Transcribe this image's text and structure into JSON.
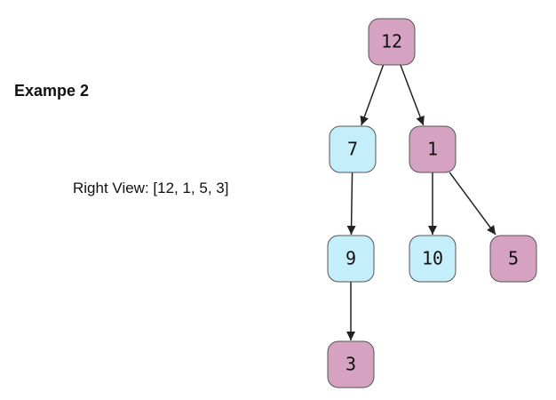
{
  "heading": "Exampe 2",
  "caption": "Right View: [12, 1, 5, 3]",
  "colors": {
    "pink_fill": "#d5a3c1",
    "blue_fill": "#c5eefb",
    "node_stroke": "#555555",
    "edge": "#222222"
  },
  "tree": {
    "nodes": [
      {
        "id": "n12",
        "label": "12",
        "color": "pink"
      },
      {
        "id": "n7",
        "label": "7",
        "color": "blue"
      },
      {
        "id": "n1",
        "label": "1",
        "color": "pink"
      },
      {
        "id": "n9",
        "label": "9",
        "color": "blue"
      },
      {
        "id": "n10",
        "label": "10",
        "color": "blue"
      },
      {
        "id": "n5",
        "label": "5",
        "color": "pink"
      },
      {
        "id": "n3",
        "label": "3",
        "color": "pink"
      }
    ],
    "edges": [
      {
        "from": "n12",
        "to": "n7"
      },
      {
        "from": "n12",
        "to": "n1"
      },
      {
        "from": "n7",
        "to": "n9"
      },
      {
        "from": "n1",
        "to": "n10"
      },
      {
        "from": "n1",
        "to": "n5"
      },
      {
        "from": "n9",
        "to": "n3"
      }
    ]
  }
}
